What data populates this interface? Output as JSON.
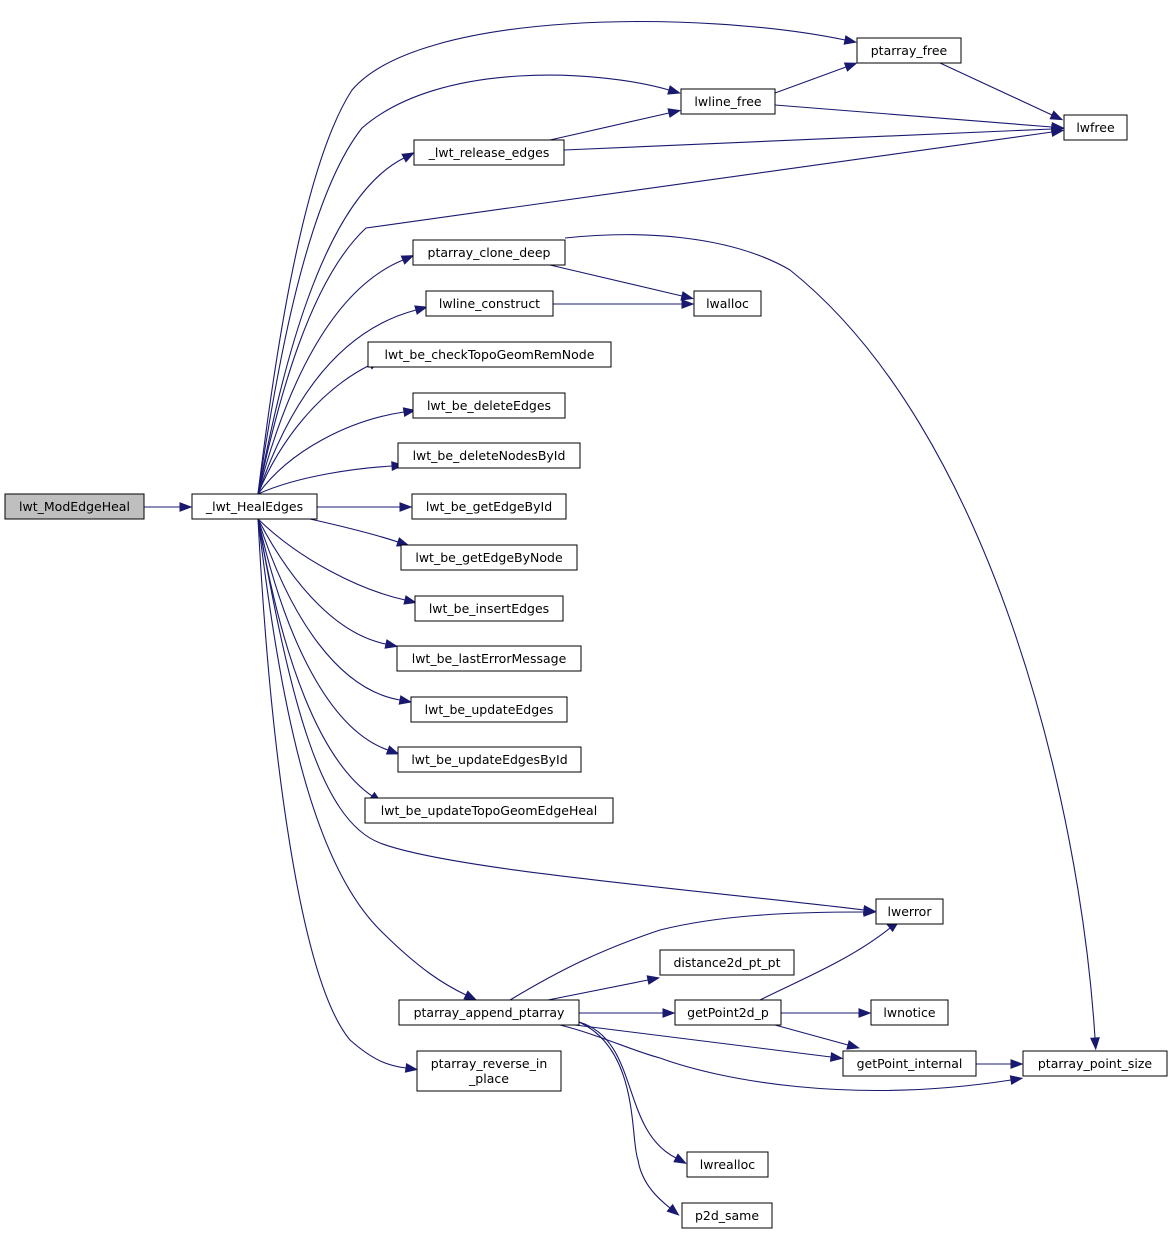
{
  "graph": {
    "root": "lwt_ModEdgeHeal",
    "nodes": [
      {
        "id": "modedgeheal",
        "label": "lwt_ModEdgeHeal"
      },
      {
        "id": "healedges",
        "label": "_lwt_HealEdges"
      },
      {
        "id": "ptarray_free",
        "label": "ptarray_free"
      },
      {
        "id": "lwline_free",
        "label": "lwline_free"
      },
      {
        "id": "lwfree",
        "label": "lwfree"
      },
      {
        "id": "release_edges",
        "label": "_lwt_release_edges"
      },
      {
        "id": "clone_deep",
        "label": "ptarray_clone_deep"
      },
      {
        "id": "lwline_construct",
        "label": "lwline_construct"
      },
      {
        "id": "lwalloc",
        "label": "lwalloc"
      },
      {
        "id": "check_topo_rem_node",
        "label": "lwt_be_checkTopoGeomRemNode"
      },
      {
        "id": "delete_edges",
        "label": "lwt_be_deleteEdges"
      },
      {
        "id": "delete_nodes_by_id",
        "label": "lwt_be_deleteNodesById"
      },
      {
        "id": "get_edge_by_id",
        "label": "lwt_be_getEdgeById"
      },
      {
        "id": "get_edge_by_node",
        "label": "lwt_be_getEdgeByNode"
      },
      {
        "id": "insert_edges",
        "label": "lwt_be_insertEdges"
      },
      {
        "id": "last_error",
        "label": "lwt_be_lastErrorMessage"
      },
      {
        "id": "update_edges",
        "label": "lwt_be_updateEdges"
      },
      {
        "id": "update_edges_by_id",
        "label": "lwt_be_updateEdgesById"
      },
      {
        "id": "update_topo_edge_heal",
        "label": "lwt_be_updateTopoGeomEdgeHeal"
      },
      {
        "id": "lwerror",
        "label": "lwerror"
      },
      {
        "id": "distance2d",
        "label": "distance2d_pt_pt"
      },
      {
        "id": "append_ptarray",
        "label": "ptarray_append_ptarray"
      },
      {
        "id": "getpoint2d",
        "label": "getPoint2d_p"
      },
      {
        "id": "lwnotice",
        "label": "lwnotice"
      },
      {
        "id": "reverse_in_place",
        "label": [
          "ptarray_reverse_in",
          "_place"
        ]
      },
      {
        "id": "getpoint_internal",
        "label": "getPoint_internal"
      },
      {
        "id": "point_size",
        "label": "ptarray_point_size"
      },
      {
        "id": "lwrealloc",
        "label": "lwrealloc"
      },
      {
        "id": "p2d_same",
        "label": "p2d_same"
      }
    ],
    "edges": [
      [
        "modedgeheal",
        "healedges"
      ],
      [
        "healedges",
        "ptarray_free"
      ],
      [
        "healedges",
        "lwline_free"
      ],
      [
        "healedges",
        "release_edges"
      ],
      [
        "healedges",
        "lwfree"
      ],
      [
        "healedges",
        "clone_deep"
      ],
      [
        "healedges",
        "lwline_construct"
      ],
      [
        "healedges",
        "check_topo_rem_node"
      ],
      [
        "healedges",
        "delete_edges"
      ],
      [
        "healedges",
        "delete_nodes_by_id"
      ],
      [
        "healedges",
        "get_edge_by_id"
      ],
      [
        "healedges",
        "get_edge_by_node"
      ],
      [
        "healedges",
        "insert_edges"
      ],
      [
        "healedges",
        "last_error"
      ],
      [
        "healedges",
        "update_edges"
      ],
      [
        "healedges",
        "update_edges_by_id"
      ],
      [
        "healedges",
        "update_topo_edge_heal"
      ],
      [
        "healedges",
        "lwerror"
      ],
      [
        "healedges",
        "append_ptarray"
      ],
      [
        "healedges",
        "reverse_in_place"
      ],
      [
        "lwline_free",
        "ptarray_free"
      ],
      [
        "lwline_free",
        "lwfree"
      ],
      [
        "ptarray_free",
        "lwfree"
      ],
      [
        "release_edges",
        "lwline_free"
      ],
      [
        "release_edges",
        "lwfree"
      ],
      [
        "clone_deep",
        "lwalloc"
      ],
      [
        "clone_deep",
        "point_size"
      ],
      [
        "lwline_construct",
        "lwalloc"
      ],
      [
        "append_ptarray",
        "lwerror"
      ],
      [
        "append_ptarray",
        "distance2d"
      ],
      [
        "append_ptarray",
        "getpoint2d"
      ],
      [
        "append_ptarray",
        "getpoint_internal"
      ],
      [
        "append_ptarray",
        "point_size"
      ],
      [
        "append_ptarray",
        "lwrealloc"
      ],
      [
        "append_ptarray",
        "p2d_same"
      ],
      [
        "getpoint2d",
        "lwerror"
      ],
      [
        "getpoint2d",
        "lwnotice"
      ],
      [
        "getpoint2d",
        "getpoint_internal"
      ],
      [
        "getpoint_internal",
        "point_size"
      ]
    ]
  }
}
